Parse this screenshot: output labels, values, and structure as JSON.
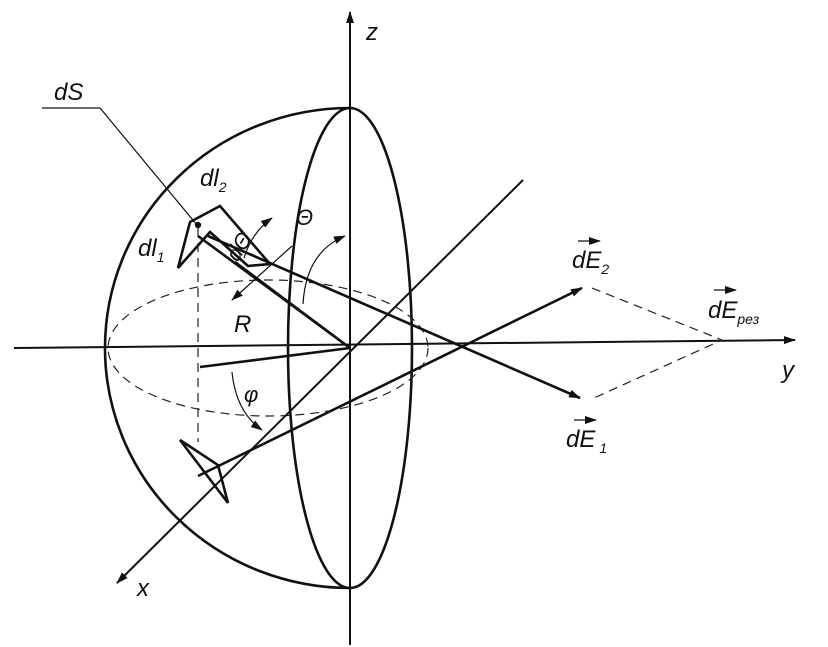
{
  "labels": {
    "z": "z",
    "y": "y",
    "x": "x",
    "dS": "dS",
    "dl2_main": "dl",
    "dl2_sub": "2",
    "dl1_main": "dl",
    "dl1_sub": "1",
    "dtheta": "dΘ",
    "theta": "Θ",
    "R": "R",
    "phi": "φ",
    "E2_main": "dE",
    "E2_sub": "2",
    "E1_main": "dE",
    "E1_sub": "1",
    "Eres_main": "dE",
    "Eres_sub": "рез"
  }
}
